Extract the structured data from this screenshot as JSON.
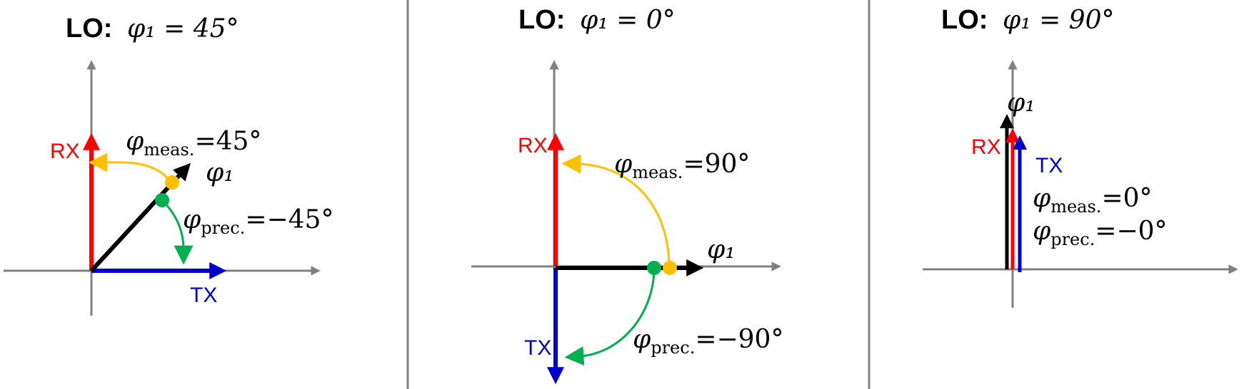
{
  "colors": {
    "axis": "#808080",
    "divider": "#808080",
    "rx": "#ff0000",
    "tx": "#0000cc",
    "phi": "#000000",
    "meas": "#ffc000",
    "prec": "#00b050"
  },
  "panels": [
    {
      "title_prefix": "LO:",
      "title_math": "φ₁ = 45°",
      "rx_label": "RX",
      "tx_label": "TX",
      "phi_label": "φ₁",
      "meas_label": "φmeas. = 45°",
      "prec_label": "φprec. = −45°",
      "meas_sym": "φ",
      "meas_sub": "meas.",
      "meas_val": "=45°",
      "prec_sym": "φ",
      "prec_sub": "prec.",
      "prec_val": "=−45°"
    },
    {
      "title_prefix": "LO:",
      "title_math": "φ₁ = 0°",
      "rx_label": "RX",
      "tx_label": "TX",
      "phi_label": "φ₁",
      "meas_sym": "φ",
      "meas_sub": "meas.",
      "meas_val": "=90°",
      "prec_sym": "φ",
      "prec_sub": "prec.",
      "prec_val": "=−90°"
    },
    {
      "title_prefix": "LO:",
      "title_math": "φ₁ = 90°",
      "rx_label": "RX",
      "tx_label": "TX",
      "phi_label": "φ₁",
      "meas_sym": "φ",
      "meas_sub": "meas.",
      "meas_val": "=0°",
      "prec_sym": "φ",
      "prec_sub": "prec.",
      "prec_val": "=−0°"
    }
  ]
}
